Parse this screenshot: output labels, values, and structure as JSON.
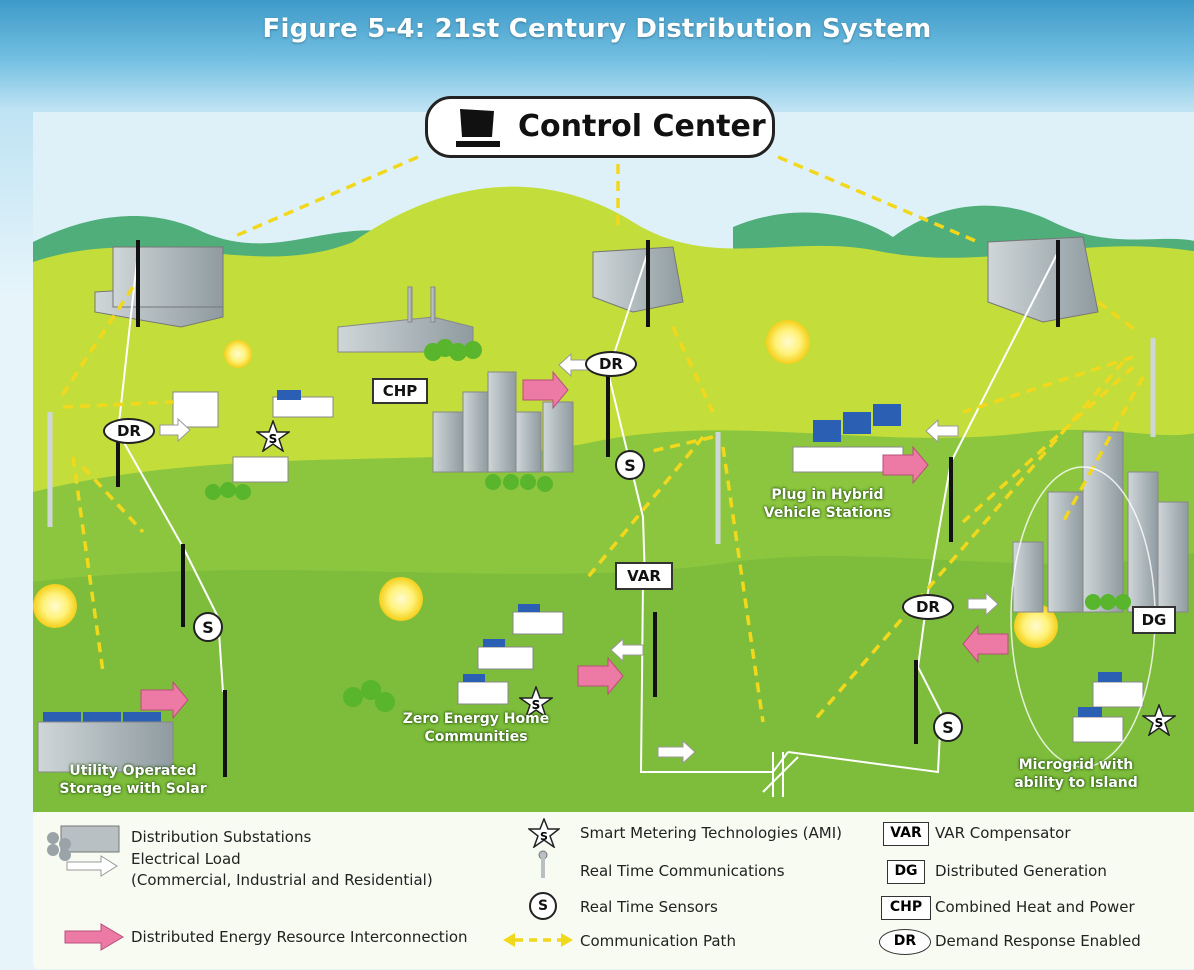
{
  "title": "Figure 5-4: 21st Century Distribution System",
  "control_center": "Control Center",
  "tags": {
    "dr": "DR",
    "chp": "CHP",
    "var": "VAR",
    "dg": "DG",
    "s": "S"
  },
  "captions": {
    "utility_storage": "Utility Operated Storage with Solar",
    "zero_energy": "Zero Energy Home Communities",
    "plug_in": "Plug in Hybrid Vehicle Stations",
    "microgrid": "Microgrid with ability to Island"
  },
  "legend": {
    "substations": "Distribution Substations",
    "load_line1": "Electrical Load",
    "load_line2": "(Commercial, Industrial and Residential)",
    "der": "Distributed Energy Resource Interconnection",
    "smart_metering": "Smart Metering Technologies (AMI)",
    "comms": "Real Time Communications",
    "sensors": "Real Time Sensors",
    "comm_path": "Communication Path",
    "var_box": "VAR",
    "var": "VAR Compensator",
    "dg_box": "DG",
    "dg": "Distributed Generation",
    "chp_box": "CHP",
    "chp": "Combined Heat and Power",
    "dr_box": "DR",
    "dr": "Demand Response Enabled",
    "s_box": "S"
  },
  "colors": {
    "comm_path": "#f2d81c",
    "der_arrow": "#ec7aa4",
    "grass": "#8cc63f",
    "sky": "#74c0e2"
  }
}
